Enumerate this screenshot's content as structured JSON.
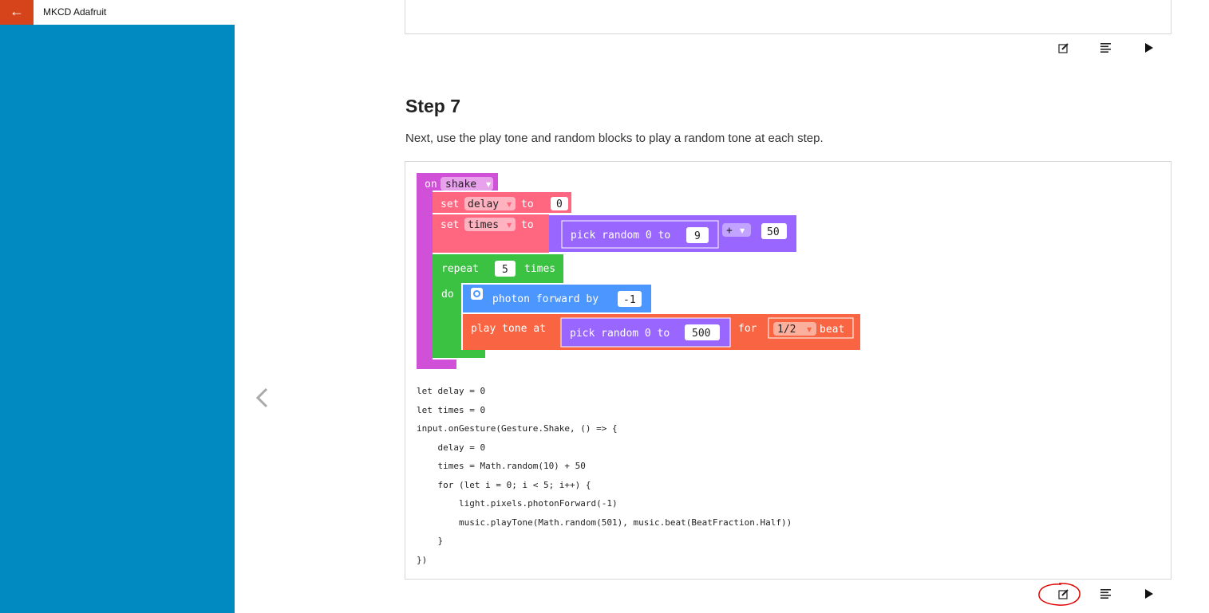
{
  "window": {
    "app_title": "MKCD Adafruit",
    "back_icon": "back-arrow-icon",
    "sidebar_color": "#008ac1",
    "back_button_color": "#d6441c"
  },
  "navigation": {
    "prev_icon": "chevron-left-icon"
  },
  "toolbar_icons": [
    "edit-icon",
    "list-icon",
    "play-icon"
  ],
  "step": {
    "title": "Step 7",
    "text": "Next, use the play tone and random blocks to play a random tone at each step."
  },
  "blocks": {
    "on": "on",
    "shake": "shake",
    "set": "set",
    "delay_var": "delay",
    "to": "to",
    "zero": "0",
    "times_var": "times",
    "pick_random": "pick random 0 to",
    "nine": "9",
    "plus": "+",
    "fifty": "50",
    "repeat": "repeat",
    "five": "5",
    "times_label": "times",
    "do": "do",
    "photon_forward": "photon forward by",
    "minus_one": "-1",
    "play_tone": "play tone at",
    "five_hundred": "500",
    "for": "for",
    "half": "1/2",
    "beat": "beat",
    "colors": {
      "event": "#d050d8",
      "variables": "#ff6680",
      "math": "#9966ff",
      "loops": "#3cc242",
      "light": "#4c97ff",
      "music": "#f96542"
    }
  },
  "code_lines": [
    "let delay = 0",
    "let times = 0",
    "input.onGesture(Gesture.Shake, () => {",
    "    delay = 0",
    "    times = Math.random(10) + 50",
    "    for (let i = 0; i < 5; i++) {",
    "        light.pixels.photonForward(-1)",
    "        music.playTone(Math.random(501), music.beat(BeatFraction.Half))",
    "    }",
    "})"
  ],
  "annotation": {
    "color": "#e00000"
  }
}
